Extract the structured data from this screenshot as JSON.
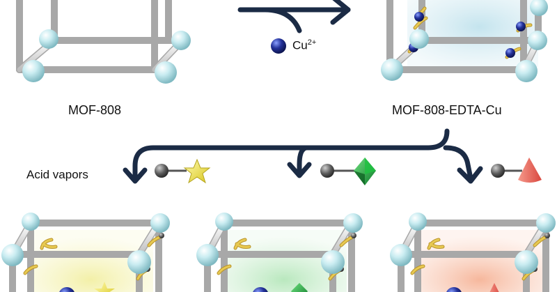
{
  "labels": {
    "mof808": "MOF-808",
    "mof_edta_cu": "MOF-808-EDTA-Cu",
    "acid_vapors": "Acid vapors",
    "cu_ion": "Cu",
    "cu_charge": "2+"
  },
  "colors": {
    "arrow": "#1b2b45",
    "node": "#bfe6ec",
    "strut": "#e2e2e2",
    "linker": "#d8b43c",
    "cu": "#1c2a8c",
    "probe_ball": "#555555",
    "star": "#f2e24a",
    "octahedron": "#27b44a",
    "cone": "#f07d72",
    "tint_cu": "#bfe3ef",
    "tint_yellow": "#f4f2b8",
    "tint_green": "#cdeed0",
    "tint_red": "#f8c9b4"
  },
  "icons": [
    "cube-frame",
    "cu-ion-sphere",
    "star-probe",
    "octahedron-probe",
    "cone-probe",
    "curved-arrow"
  ]
}
